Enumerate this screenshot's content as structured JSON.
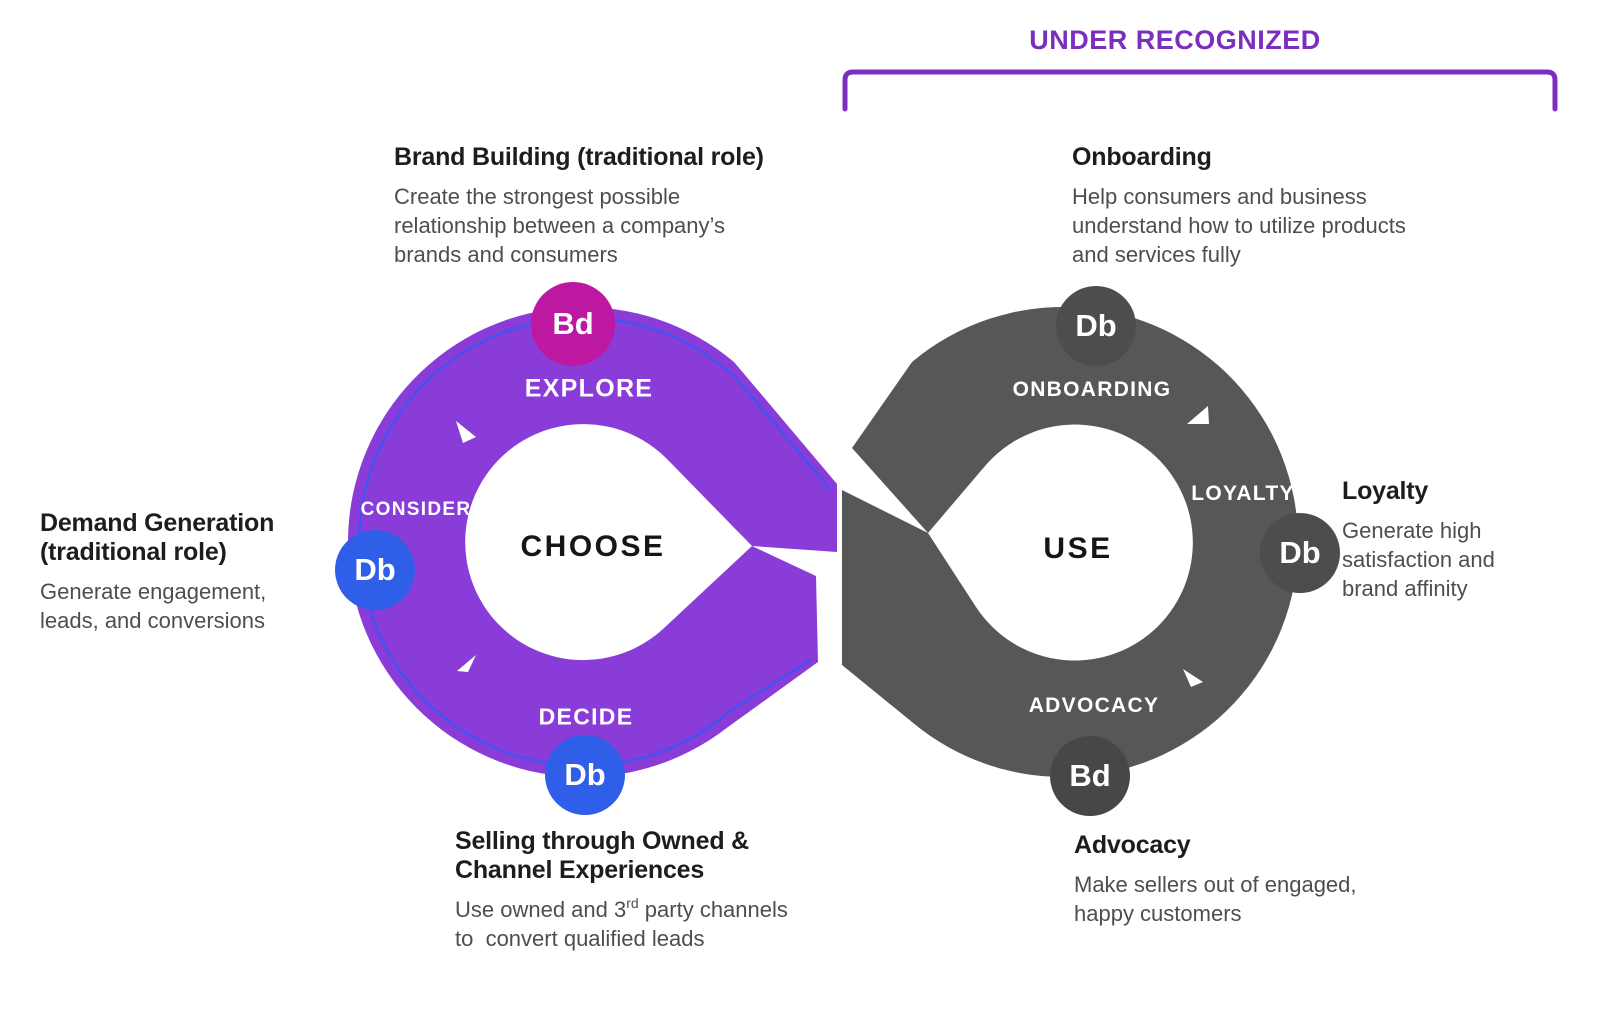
{
  "header": {
    "title": "UNDER RECOGNIZED"
  },
  "annotations": {
    "brand_building": {
      "heading": "Brand Building (traditional role)",
      "body_lines": [
        "Create the strongest possible",
        "relationship between a company’s",
        "brands and consumers"
      ]
    },
    "demand_generation": {
      "heading_lines": [
        "Demand Generation",
        "(traditional role)"
      ],
      "body_lines": [
        "Generate engagement,",
        "leads, and conversions"
      ]
    },
    "selling": {
      "heading_lines": [
        "Selling through Owned &",
        "Channel Experiences"
      ],
      "body_line1": [
        "Use owned and 3",
        "rd",
        " party channels"
      ],
      "body_line2": "to  convert qualified leads"
    },
    "onboarding": {
      "heading": "Onboarding",
      "body_lines": [
        "Help consumers and business",
        "understand how to utilize products",
        "and services fully"
      ]
    },
    "loyalty": {
      "heading": "Loyalty",
      "body_lines": [
        "Generate high",
        "satisfaction and",
        "brand affinity"
      ]
    },
    "advocacy": {
      "heading": "Advocacy",
      "body_lines": [
        "Make sellers out of engaged,",
        "happy customers"
      ]
    }
  },
  "loop_left": {
    "stage_top": "EXPLORE",
    "stage_left": "CONSIDER",
    "stage_bottom": "DECIDE",
    "center": "CHOOSE",
    "badge_top": "Bd",
    "badge_left": "Db",
    "badge_bottom": "Db"
  },
  "loop_right": {
    "stage_top": "ONBOARDING",
    "stage_right": "LOYALTY",
    "stage_bottom": "ADVOCACY",
    "center": "USE",
    "badge_top": "Db",
    "badge_right": "Db",
    "badge_bottom": "Bd"
  },
  "colors": {
    "purple_band": "#8A3CD9",
    "purple_inner_line": "#4353F0",
    "gray_band": "#575757",
    "badge_magenta": "#BD18A2",
    "badge_blue": "#2F5FE8",
    "badge_gray": "#4D4D4D",
    "accent_purple": "#7B2FBF",
    "heading_text": "#1D1D1D",
    "body_text": "#4E4E4E",
    "arrow_white": "#FFFFFF"
  }
}
